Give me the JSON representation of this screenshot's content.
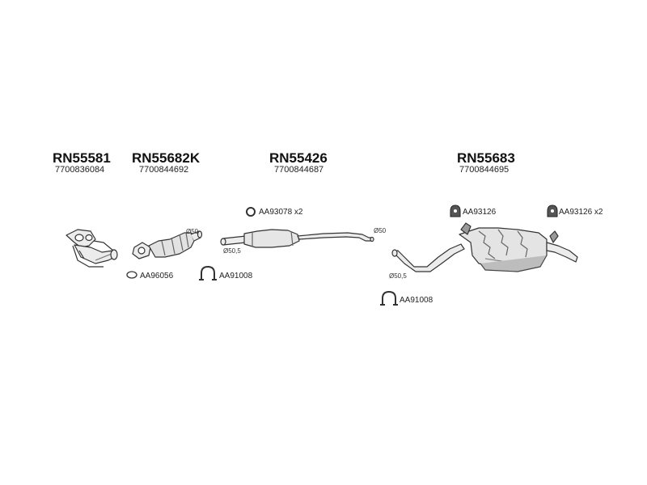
{
  "colors": {
    "line": "#333333",
    "fill": "#ececec",
    "shade": "#9a9a9a",
    "dark": "#555555"
  },
  "groups": [
    {
      "part": "RN55581",
      "oem": "7700836084"
    },
    {
      "part": "RN55682K",
      "oem": "7700844692"
    },
    {
      "part": "RN55426",
      "oem": "7700844687"
    },
    {
      "part": "RN55683",
      "oem": "7700844695"
    }
  ],
  "accessories": {
    "gasket_cat": "AA96056",
    "clamp_front": "AA91008",
    "ring": "AA93078 x2",
    "clamp_rear": "AA91008",
    "hanger_a": "AA93126",
    "hanger_b": "AA93126 x2"
  },
  "diameters": {
    "cat_outlet": "Ø50",
    "mid_inlet": "Ø50,5",
    "mid_outlet": "Ø50",
    "rear_inlet": "Ø50,5"
  }
}
